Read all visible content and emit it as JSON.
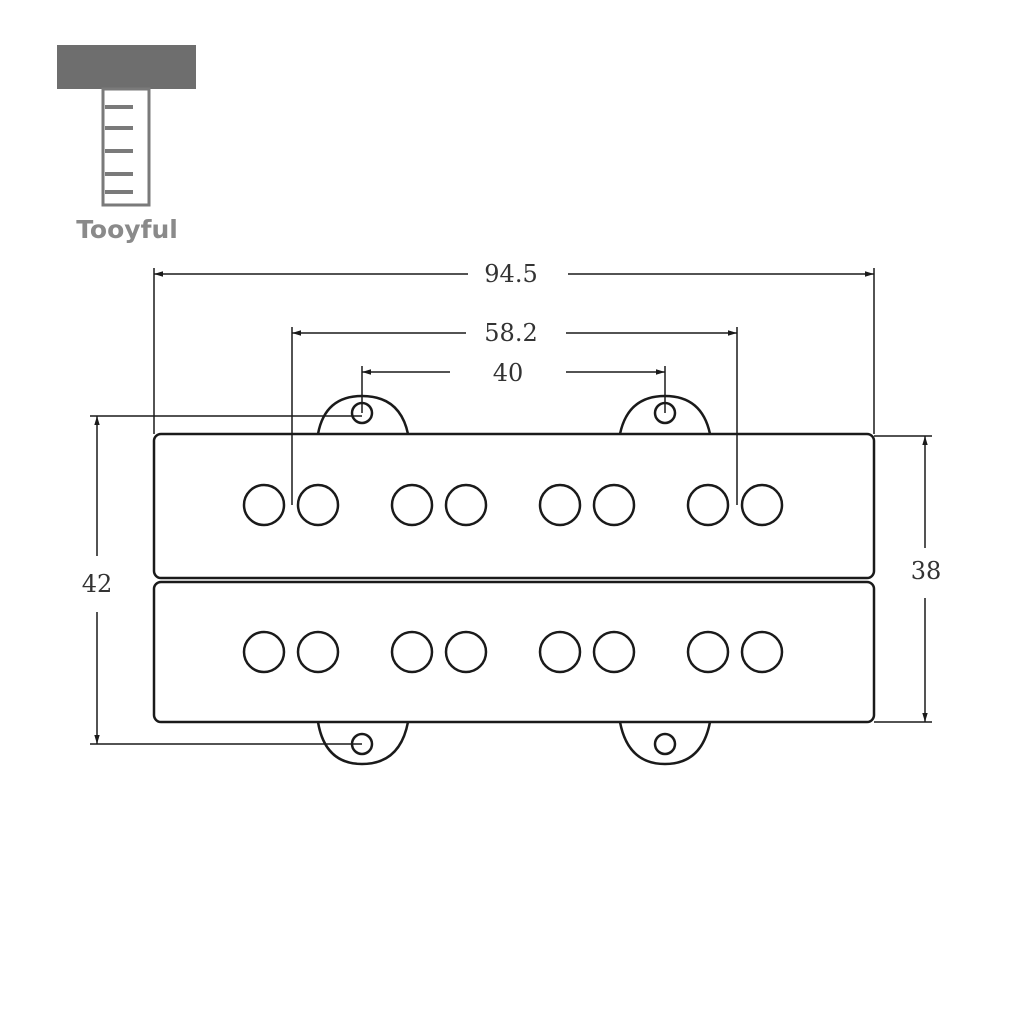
{
  "brand": {
    "name": "Tooyful",
    "logo_color": "#6e6e6e",
    "text_color": "#8a8a8a"
  },
  "dimensions": {
    "overall_length": "94.5",
    "outer_mount_spacing": "58.2",
    "mounting_hole_spacing": "40",
    "overall_height": "42",
    "cover_height": "38"
  },
  "diagram": {
    "line_color": "#1a1a1a",
    "pole_pieces_per_cover": 8,
    "covers": 2,
    "mounting_ears": 4
  }
}
